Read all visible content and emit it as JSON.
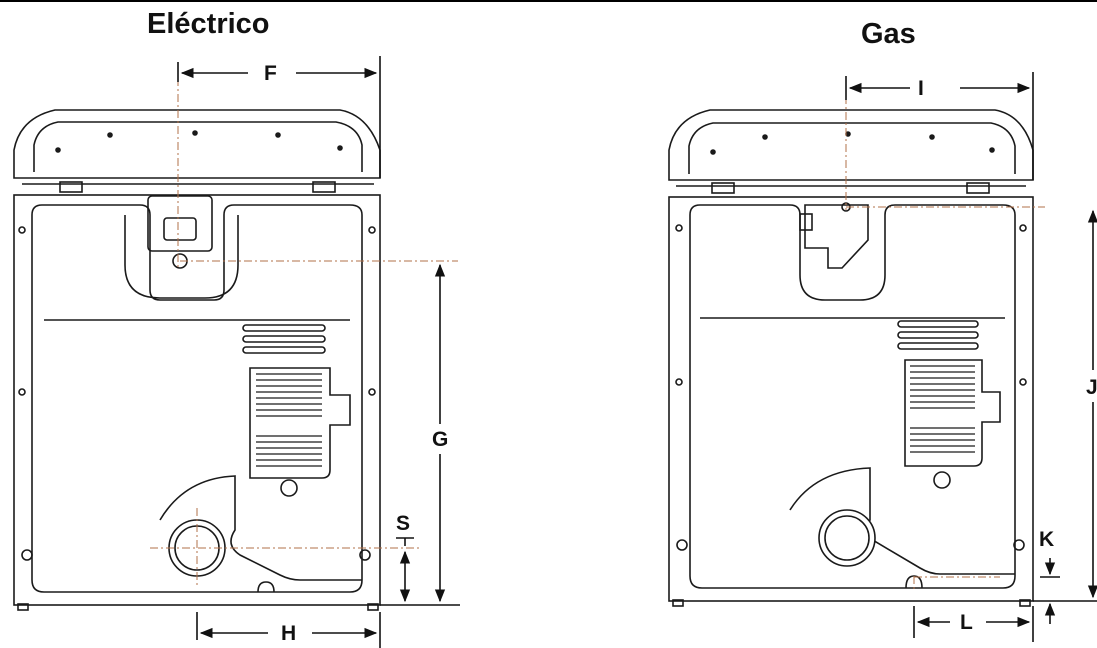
{
  "panels": {
    "electric": {
      "title": "Eléctrico",
      "dimensions": {
        "width_to_center": "F",
        "height_to_center": "G",
        "vent_height": "S",
        "vent_side": "H"
      }
    },
    "gas": {
      "title": "Gas",
      "dimensions": {
        "width_to_center": "I",
        "height_to_center": "J",
        "drain_height": "K",
        "drain_side": "L"
      }
    }
  },
  "colors": {
    "line": "#1a1a1a",
    "centerline": "#b0704a",
    "fill": "#ffffff"
  }
}
